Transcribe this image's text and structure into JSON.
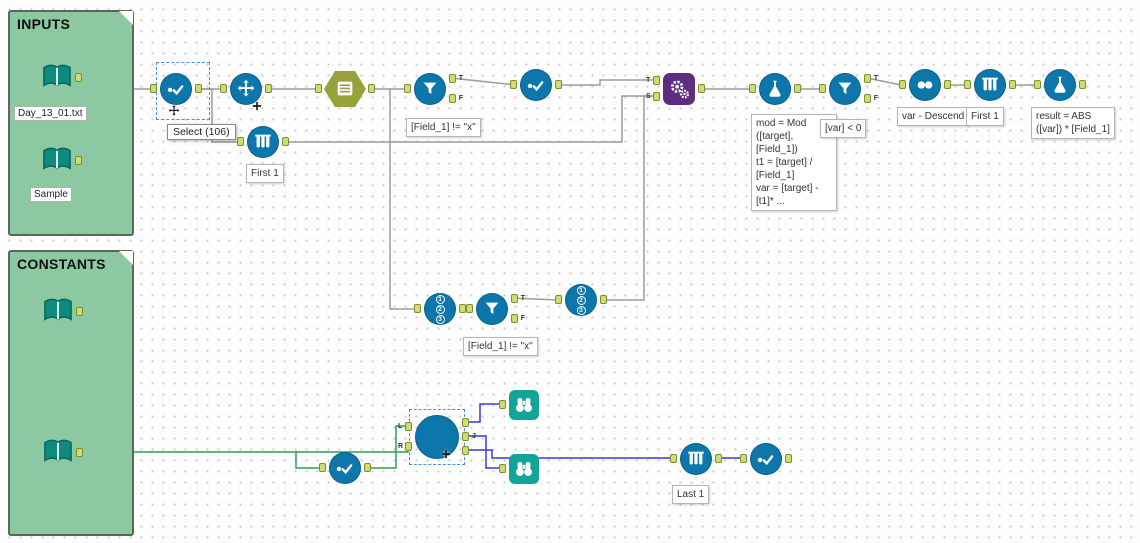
{
  "containers": {
    "inputs": {
      "title": "INPUTS",
      "tools": [
        {
          "label": "Day_13_01.txt"
        },
        {
          "label": "Sample"
        }
      ]
    },
    "constants": {
      "title": "CONSTANTS"
    }
  },
  "tooltip": {
    "text": "Select (106)"
  },
  "annotations": {
    "first1_top": "First 1",
    "filter_top": "[Field_1] != \"x\"",
    "filter_mid": "[Field_1] != \"x\"",
    "formula_main": "mod = Mod\n([target],\n[Field_1])\nt1 = [target] /\n[Field_1]\nvar = [target] -\n[t1]* ...",
    "filter_var": "[var] < 0",
    "sort": "var - Descend",
    "first1_right": "First 1",
    "formula_result": "result = ABS\n([var]) * [Field_1]",
    "last1": "Last 1"
  },
  "anchor_letters": {
    "t": "T",
    "f": "F",
    "s": "S",
    "l": "L",
    "r": "R",
    "j": "J"
  },
  "recordid": {
    "digits": [
      "1",
      "2",
      "3"
    ]
  },
  "colors": {
    "tool_blue": "#0d76ab",
    "purple": "#5f2d7f",
    "container_green": "#8cc9a2",
    "input_teal": "#0e8a7e",
    "browse_teal": "#14a398",
    "hexagon_olive": "#97a23d",
    "anchor_green": "#cdde70",
    "wire_gray": "#9b9b9b",
    "wire_green": "#2f9e53",
    "wire_blue": "#3b3bd6",
    "selection_blue": "#4a90d9"
  }
}
